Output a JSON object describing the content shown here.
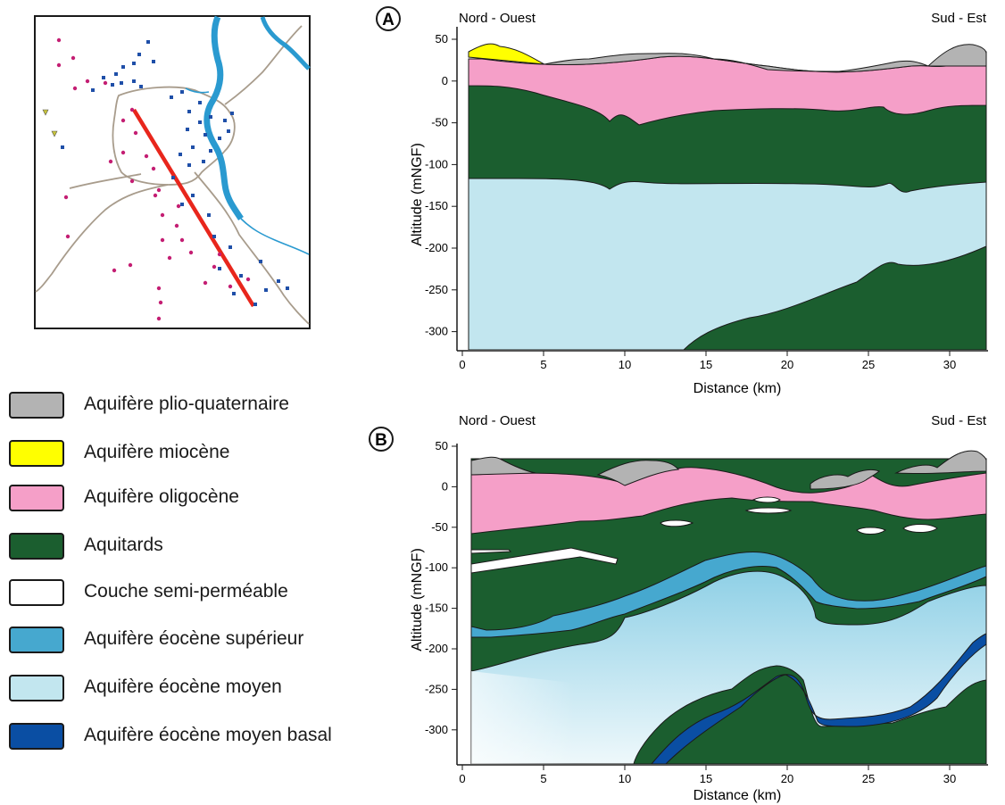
{
  "panels": [
    {
      "letter": "A",
      "left_label": "Nord - Ouest",
      "right_label": "Sud - Est",
      "ylabel": "Altitude (mNGF)",
      "xlabel": "Distance (km)",
      "yticks": [
        "50",
        "0",
        "-50",
        "-100",
        "-150",
        "-200",
        "-250",
        "-300"
      ],
      "xticks": [
        "0",
        "5",
        "10",
        "15",
        "20",
        "25",
        "30"
      ]
    },
    {
      "letter": "B",
      "left_label": "Nord - Ouest",
      "right_label": "Sud - Est",
      "ylabel": "Altitude (mNGF)",
      "xlabel": "Distance (km)",
      "yticks": [
        "50",
        "0",
        "-50",
        "-100",
        "-150",
        "-200",
        "-250",
        "-300"
      ],
      "xticks": [
        "0",
        "5",
        "10",
        "15",
        "20",
        "25",
        "30"
      ]
    }
  ],
  "legend": [
    {
      "label": "Aquifère plio-quaternaire",
      "color": "#b3b3b3"
    },
    {
      "label": "Aquifère miocène",
      "color": "#ffff00"
    },
    {
      "label": "Aquifère oligocène",
      "color": "#f59fc8"
    },
    {
      "label": "Aquitards",
      "color": "#1b5e2f"
    },
    {
      "label": "Couche semi-perméable",
      "color": "#ffffff"
    },
    {
      "label": "Aquifère éocène supérieur",
      "color": "#46a8cf"
    },
    {
      "label": "Aquifère éocène moyen",
      "color": "#c2e6ef"
    },
    {
      "label": "Aquifère éocène moyen basal",
      "color": "#0a4ea3"
    }
  ],
  "map": {
    "section_line_color": "#e8261c",
    "river_color": "#2a9ad0",
    "road_color": "#a89c8c",
    "point_colors": [
      "#c41e73",
      "#1f4fa8",
      "#c8c43a"
    ]
  }
}
